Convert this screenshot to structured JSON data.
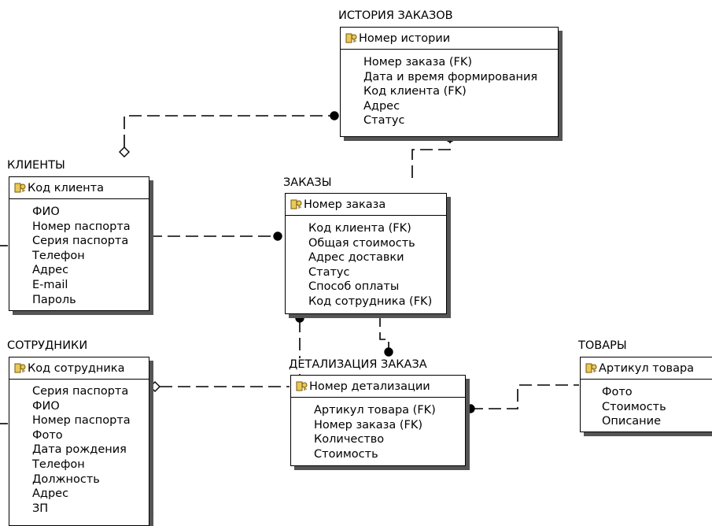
{
  "diagram": {
    "entities": {
      "history": {
        "title": "ИСТОРИЯ ЗАКАЗОВ",
        "pk": "Номер истории",
        "attrs": [
          "Номер заказа (FK)",
          "Дата и время формирования",
          "Код клиента (FK)",
          "Адрес",
          "Статус"
        ]
      },
      "clients": {
        "title": "КЛИЕНТЫ",
        "pk": "Код клиента",
        "attrs": [
          "ФИО",
          "Номер паспорта",
          "Серия паспорта",
          "Телефон",
          "Адрес",
          "E-mail",
          "Пароль"
        ]
      },
      "orders": {
        "title": "ЗАКАЗЫ",
        "pk": "Номер заказа",
        "attrs": [
          "Код клиента (FK)",
          "Общая стоимость",
          "Адрес доставки",
          "Статус",
          "Способ оплаты",
          "Код сотрудника (FK)"
        ]
      },
      "employees": {
        "title": "СОТРУДНИКИ",
        "pk": "Код сотрудника",
        "attrs": [
          "Серия паспорта",
          "ФИО",
          "Номер паспорта",
          "Фото",
          "Дата рождения",
          "Телефон",
          "Должность",
          "Адрес",
          "ЗП"
        ]
      },
      "details": {
        "title": "ДЕТАЛИЗАЦИЯ ЗАКАЗА",
        "pk": "Номер детализации",
        "attrs": [
          "Артикул товара (FK)",
          "Номер заказа (FK)",
          "Количество",
          "Стоимость"
        ]
      },
      "products": {
        "title": "ТОВАРЫ",
        "pk": "Артикул товара",
        "attrs": [
          "Фото",
          "Стоимость",
          "Описание"
        ]
      }
    },
    "relationships": [
      {
        "from": "clients",
        "to": "history",
        "from_end": "diamond",
        "to_end": "dot"
      },
      {
        "from": "orders",
        "to": "history",
        "from_end": "none",
        "to_end": "dot"
      },
      {
        "from": "clients",
        "to": "orders",
        "from_end": "none",
        "to_end": "dot"
      },
      {
        "from": "orders",
        "to": "details",
        "from_end": "none",
        "to_end": "dot"
      },
      {
        "from": "orders",
        "to": "details",
        "from_end": "dot",
        "to_end": "none"
      },
      {
        "from": "employees",
        "to": "details",
        "from_end": "diamond",
        "to_end": "none"
      },
      {
        "from": "details",
        "to": "products",
        "from_end": "dot",
        "to_end": "none"
      }
    ]
  }
}
